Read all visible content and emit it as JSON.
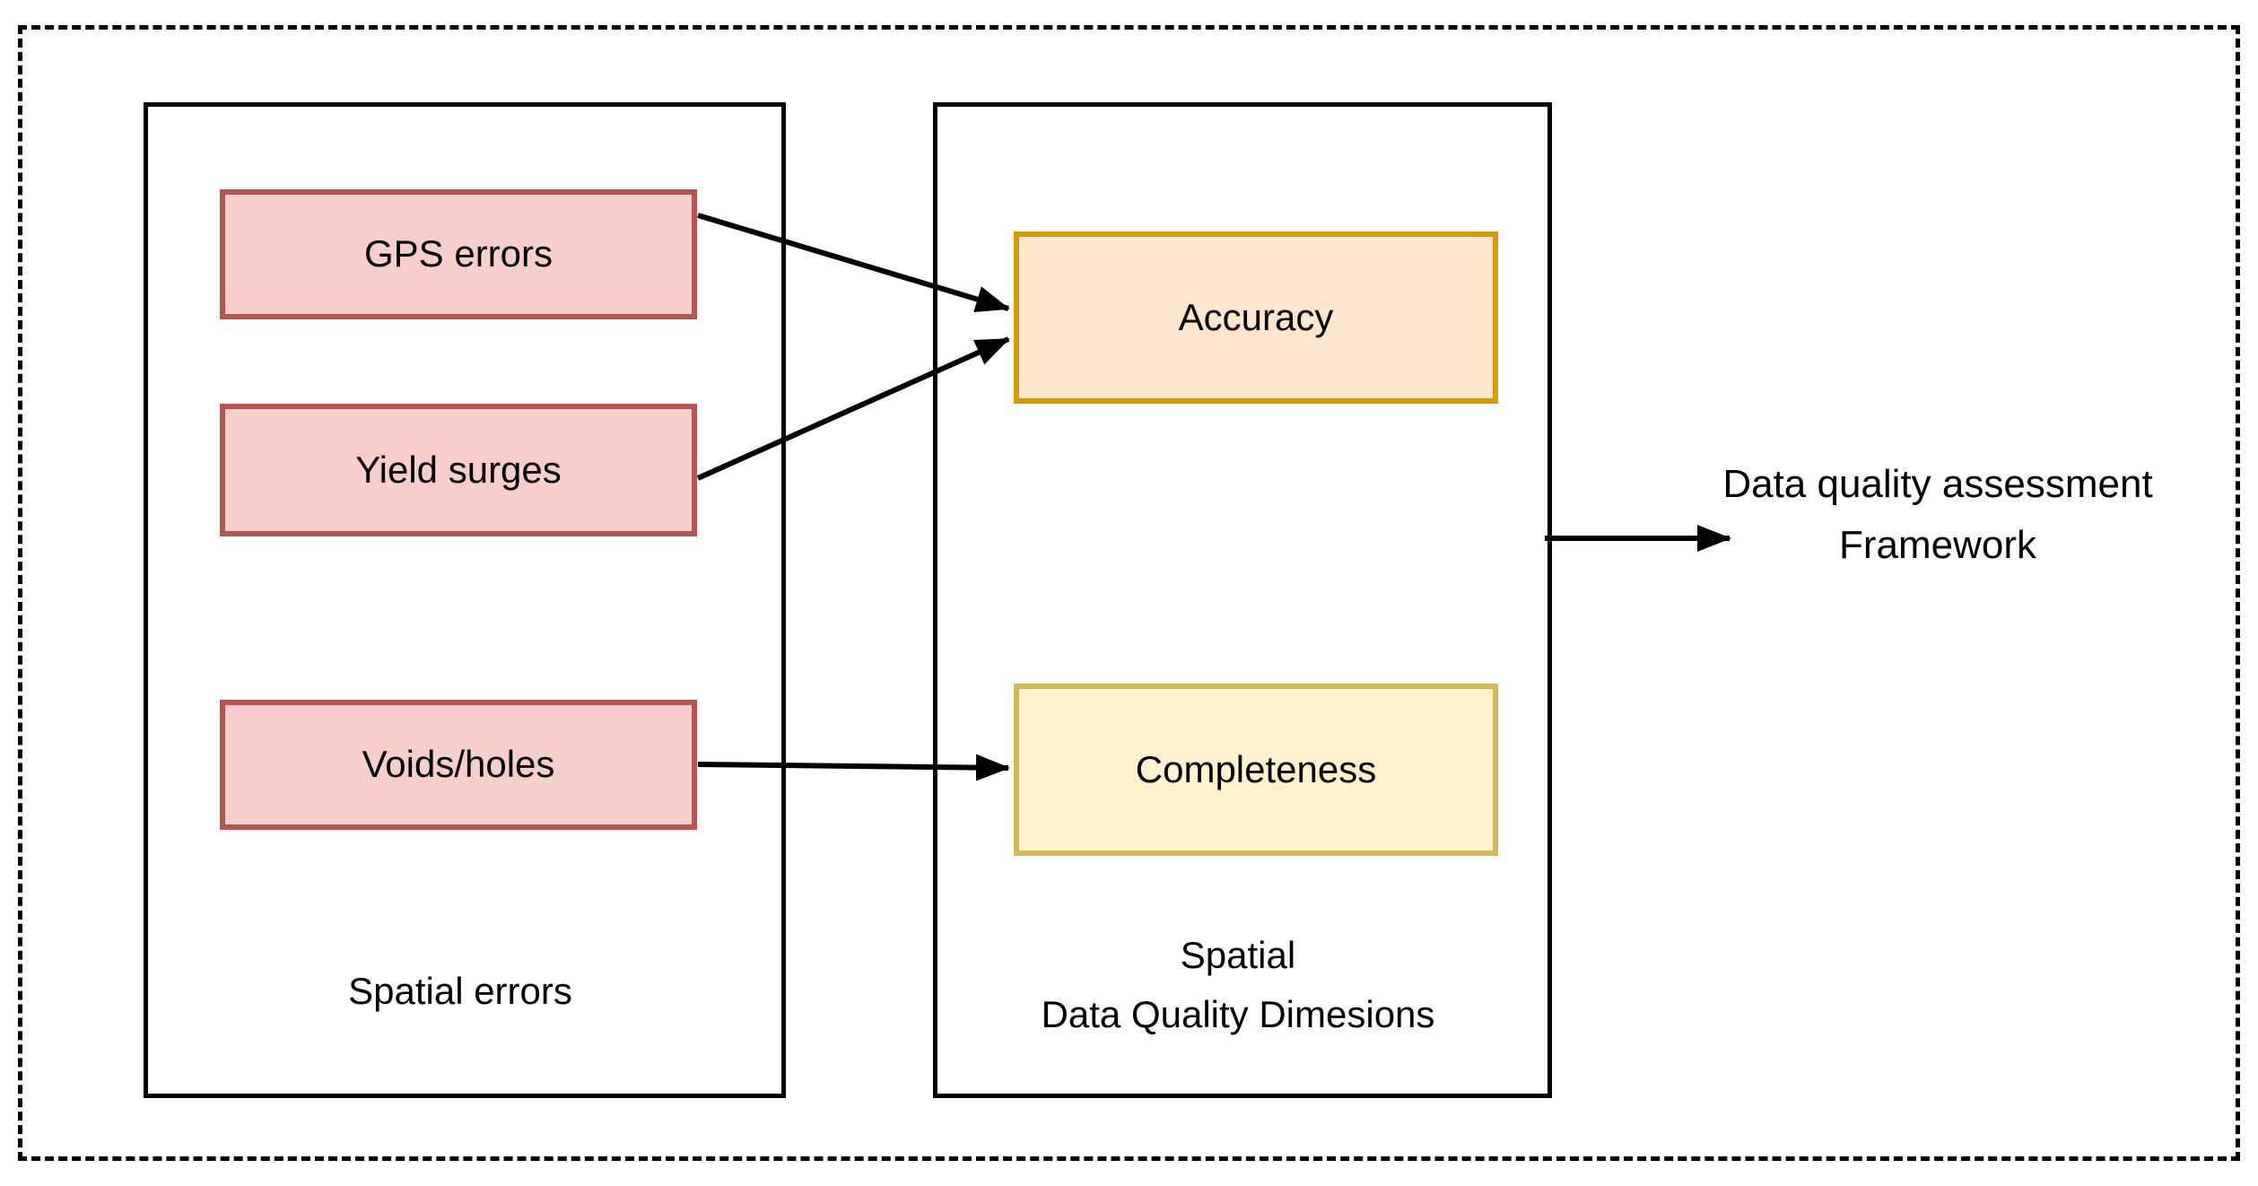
{
  "groups": {
    "spatial_errors": {
      "label": "Spatial errors",
      "nodes": {
        "gps": "GPS errors",
        "yield": "Yield surges",
        "voids": "Voids/holes"
      }
    },
    "dimensions": {
      "label_line1": "Spatial",
      "label_line2": "Data Quality Dimesions",
      "nodes": {
        "accuracy": "Accuracy",
        "completeness": "Completeness"
      }
    }
  },
  "output_label": {
    "line1": "Data quality assessment",
    "line2": "Framework"
  },
  "edges": [
    {
      "from": "GPS errors",
      "to": "Accuracy"
    },
    {
      "from": "Yield surges",
      "to": "Accuracy"
    },
    {
      "from": "Voids/holes",
      "to": "Completeness"
    },
    {
      "from": "Spatial Data Quality Dimesions",
      "to": "Data quality assessment Framework"
    }
  ],
  "colors": {
    "node_red_fill": "#f8cecc",
    "node_red_border": "#b85450",
    "node_orange_fill": "#ffe6cc",
    "node_orange_border": "#d79b00",
    "node_yellow_fill": "#fff2cc",
    "node_yellow_border": "#d6b656",
    "line": "#000000"
  }
}
